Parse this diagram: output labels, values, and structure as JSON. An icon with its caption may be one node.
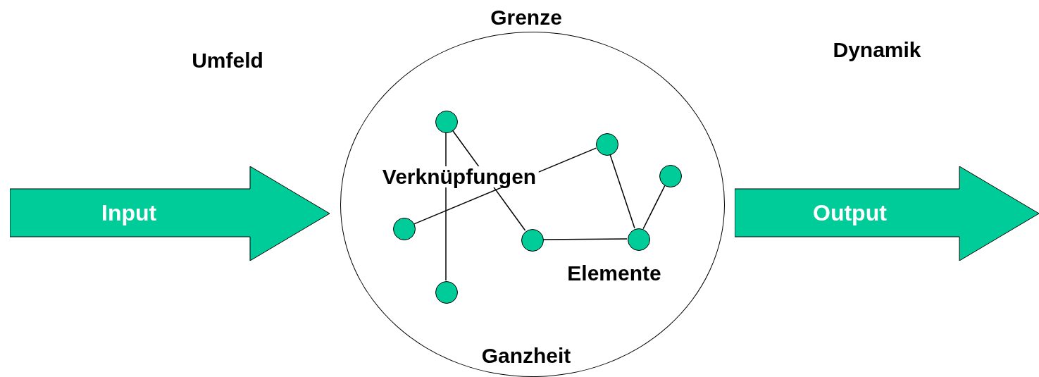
{
  "diagram": {
    "nodes": [
      {
        "text": [
          "Input"
        ]
      },
      {
        "text": [],
        "shape": "circle"
      },
      {
        "text": [
          "Output"
        ]
      },
      {
        "text": [],
        "shape": "circle",
        "in": 1
      },
      {
        "text": [],
        "shape": "circle",
        "in": 1
      },
      {
        "text": [],
        "shape": "circle",
        "in": 1
      },
      {
        "text": [],
        "shape": "circle",
        "in": 1
      },
      {
        "text": [],
        "shape": "circle",
        "in": 1
      },
      {
        "text": [],
        "shape": "circle",
        "in": 1
      },
      {
        "text": [],
        "shape": "circle",
        "in": 1
      }
    ],
    "edges": [
      {
        "from": 3,
        "to": 9,
        "arrow": "none"
      },
      {
        "from": 3,
        "to": 7,
        "arrow": "none"
      },
      {
        "from": 6,
        "to": 4,
        "arrow": "none"
      },
      {
        "from": 4,
        "to": 8,
        "arrow": "none"
      },
      {
        "from": 7,
        "to": 8,
        "arrow": "none"
      },
      {
        "from": 8,
        "to": 5,
        "arrow": "none"
      }
    ],
    "labels": [
      "Grenze",
      "Umfeld",
      "Dynamik",
      "Verknüpfungen",
      "Elemente",
      "Ganzheit"
    ]
  }
}
